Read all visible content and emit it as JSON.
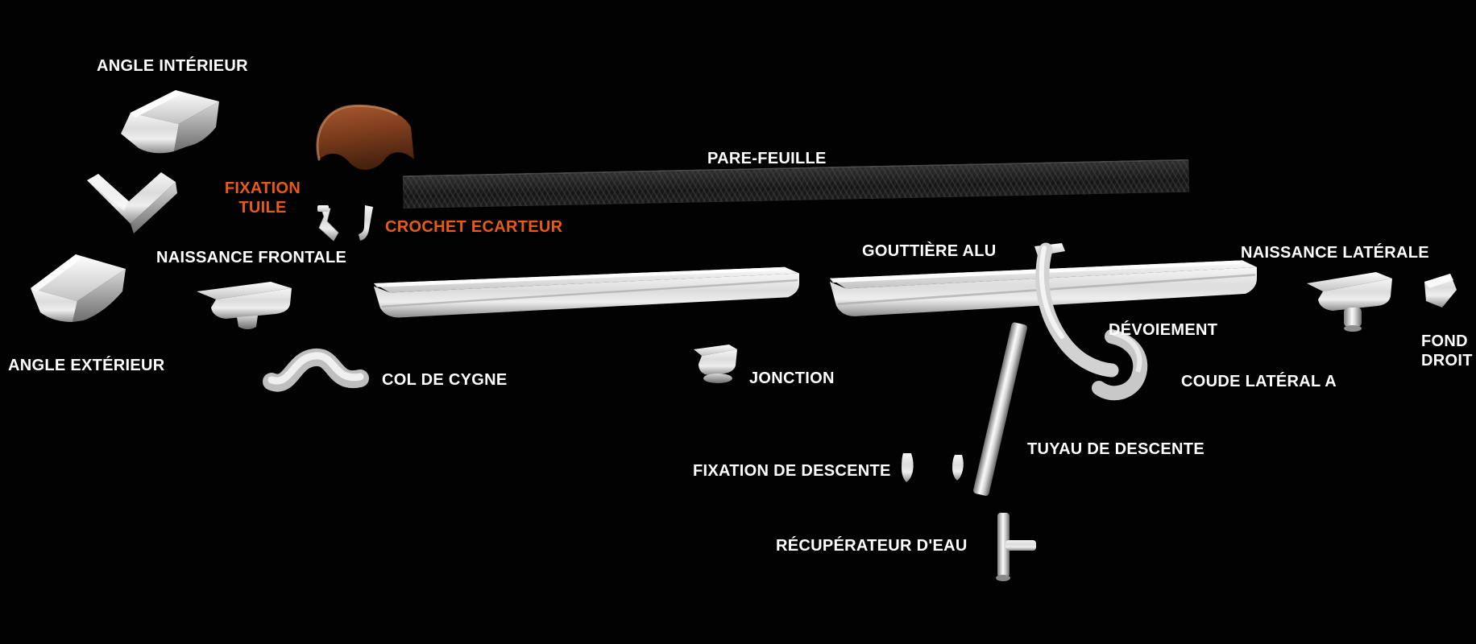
{
  "diagram_type": "gutter-system-parts-diagram",
  "colors": {
    "background": "#020202",
    "label_text": "#ffffff",
    "accent_orange": "#ea5a17",
    "metal_light": "#f5f5f5",
    "metal_dark": "#8d8d8d",
    "tile_brown": "#7c3c1d",
    "mesh_dark": "#1d1d1d"
  },
  "labels": {
    "angle_interieur": "ANGLE INTÉRIEUR",
    "fixation_tuile": "FIXATION\nTUILE",
    "crochet_ecarteur": "CROCHET ECARTEUR",
    "pare_feuille": "PARE-FEUILLE",
    "naissance_frontale": "NAISSANCE FRONTALE",
    "gouttiere_alu": "GOUTTIÈRE ALU",
    "naissance_laterale": "NAISSANCE LATÉRALE",
    "angle_exterieur": "ANGLE EXTÉRIEUR",
    "col_de_cygne": "COL DE CYGNE",
    "jonction": "JONCTION",
    "devoiement": "DÉVOIEMENT",
    "coude_lateral_a": "COUDE LATÉRAL A",
    "fond_droit": "FOND\nDROIT",
    "tuyau_de_descente": "TUYAU DE DESCENTE",
    "fixation_de_descente": "FIXATION DE DESCENTE",
    "recuperateur_deau": "RÉCUPÉRATEUR D'EAU"
  }
}
